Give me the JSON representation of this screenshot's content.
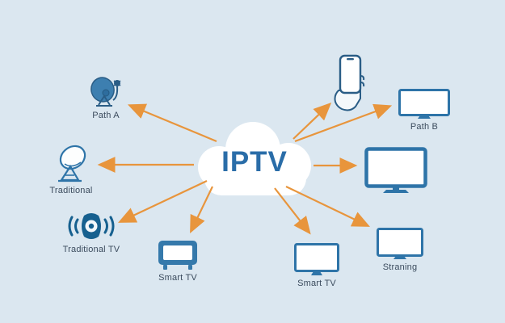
{
  "diagram": {
    "type": "hub-and-spoke",
    "center": {
      "label": "IPTV",
      "icon": "cloud-icon"
    },
    "nodes": [
      {
        "id": "path-a",
        "label": "Path A",
        "icon": "satellite-dish-filled-icon"
      },
      {
        "id": "traditional",
        "label": "Traditional",
        "icon": "satellite-dish-outline-icon"
      },
      {
        "id": "traditional-tv",
        "label": "Traditional TV",
        "icon": "speaker-icon"
      },
      {
        "id": "smart-tv-1",
        "label": "Smart TV",
        "icon": "retro-tv-icon"
      },
      {
        "id": "smart-tv-2",
        "label": "Smart TV",
        "icon": "monitor-icon"
      },
      {
        "id": "streaming",
        "label": "Straning",
        "icon": "monitor-icon"
      },
      {
        "id": "big-tv",
        "label": "",
        "icon": "television-icon"
      },
      {
        "id": "path-b",
        "label": "Path B",
        "icon": "monitor-icon"
      },
      {
        "id": "phone",
        "label": "",
        "icon": "hand-holding-phone-icon"
      }
    ],
    "connections": [
      {
        "from": "iptv-cloud",
        "to": "path-a"
      },
      {
        "from": "iptv-cloud",
        "to": "traditional"
      },
      {
        "from": "iptv-cloud",
        "to": "traditional-tv"
      },
      {
        "from": "iptv-cloud",
        "to": "smart-tv-1"
      },
      {
        "from": "iptv-cloud",
        "to": "smart-tv-2"
      },
      {
        "from": "iptv-cloud",
        "to": "streaming"
      },
      {
        "from": "iptv-cloud",
        "to": "big-tv"
      },
      {
        "from": "iptv-cloud",
        "to": "path-b"
      },
      {
        "from": "iptv-cloud",
        "to": "phone"
      }
    ],
    "colors": {
      "background": "#dbe7f0",
      "cloud_fill": "#ffffff",
      "cloud_text": "#2a6da8",
      "arrow": "#e8953c",
      "icon_outline": "#2e74a8",
      "icon_fill": "#3d7fb0",
      "icon_dark": "#16608f",
      "label_text": "#3c4c5e"
    }
  }
}
